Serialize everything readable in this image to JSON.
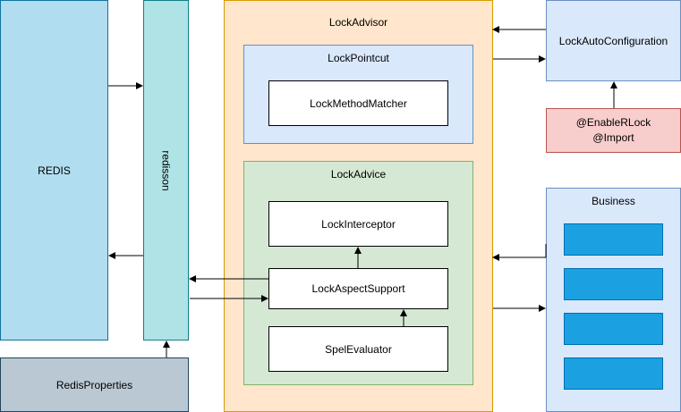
{
  "redis": {
    "label": "REDIS"
  },
  "redisson": {
    "label": "redisson"
  },
  "redis_properties": {
    "label": "RedisProperties"
  },
  "lock_advisor": {
    "label": "LockAdvisor",
    "pointcut": {
      "label": "LockPointcut",
      "matcher": "LockMethodMatcher"
    },
    "advice": {
      "label": "LockAdvice",
      "interceptor": "LockInterceptor",
      "aspect_support": "LockAspectSupport",
      "spel_evaluator": "SpelEvaluator"
    }
  },
  "auto_configuration": {
    "label": "LockAutoConfiguration"
  },
  "annotations": {
    "line1": "@EnableRLock",
    "line2": "@Import"
  },
  "business": {
    "label": "Business",
    "block_count": 4
  },
  "colors": {
    "redis_fill": "#b1ddf0",
    "redis_stroke": "#10739e",
    "redisson_fill": "#b0e3e6",
    "redisson_stroke": "#0e8088",
    "props_fill": "#bac8d3",
    "props_stroke": "#23445d",
    "advisor_fill": "#ffe6cc",
    "advisor_stroke": "#d79b00",
    "pointcut_fill": "#dae8fc",
    "pointcut_stroke": "#6c8ebf",
    "advice_fill": "#d5e8d4",
    "advice_stroke": "#82b366",
    "autoconf_fill": "#dae8fc",
    "autoconf_stroke": "#6c8ebf",
    "annot_fill": "#f8cecc",
    "annot_stroke": "#b85450",
    "business_fill": "#dae8fc",
    "business_stroke": "#6c8ebf",
    "block_fill": "#1ba1e2",
    "block_stroke": "#006eaf"
  }
}
